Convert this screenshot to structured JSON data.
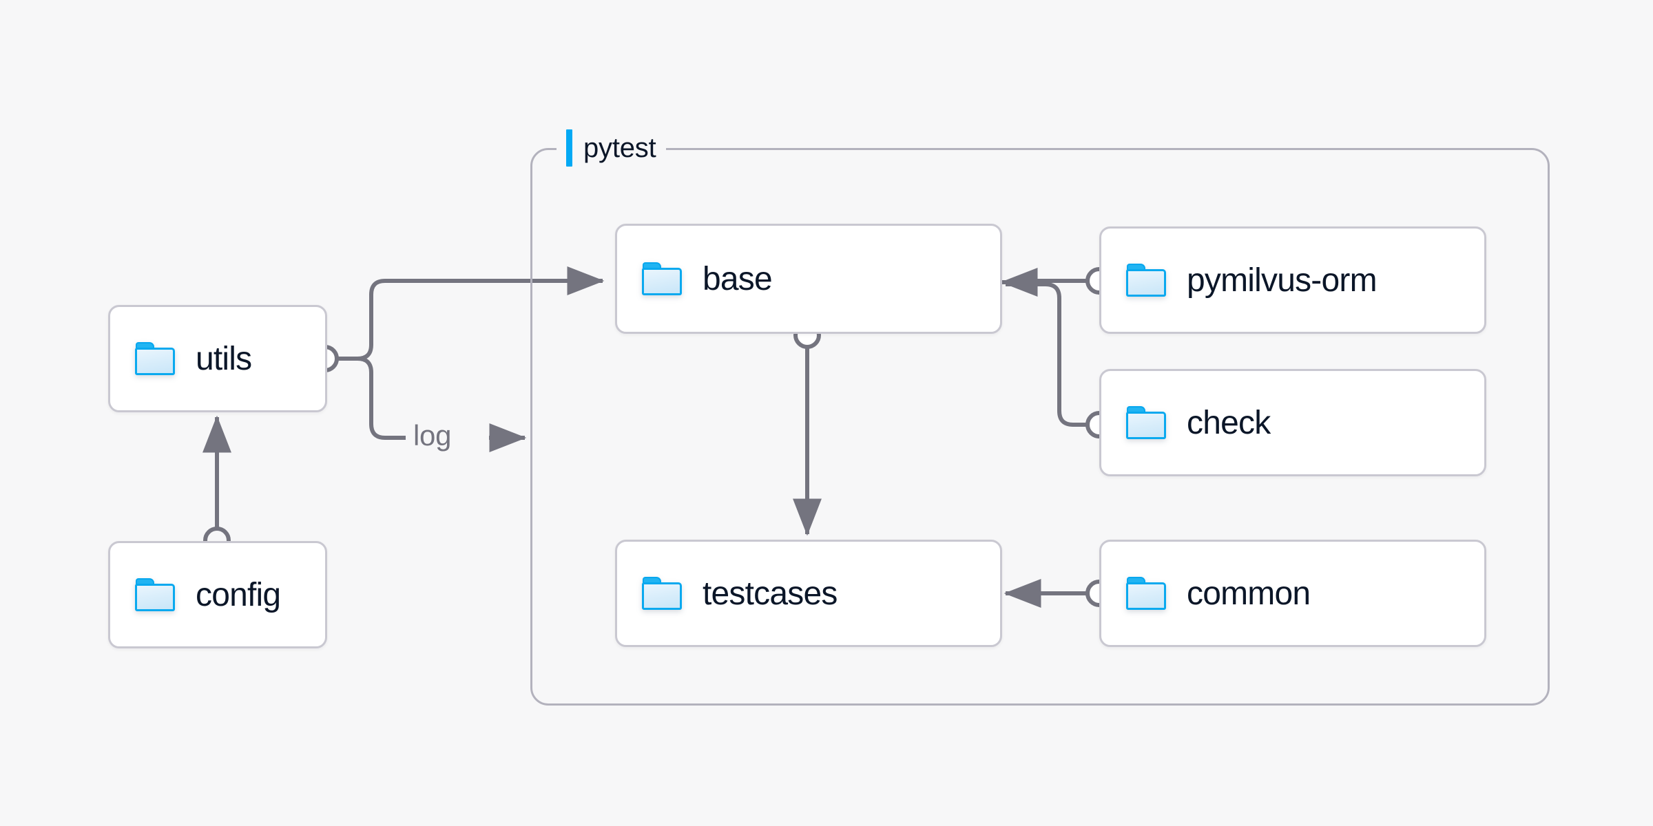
{
  "diagram": {
    "title_present": false,
    "background_color": "#f7f7f8",
    "accent_color": "#03a9f4",
    "node_border_color": "#c9c8d1",
    "edge_color": "#74747f",
    "text_color": "#0b1628",
    "group_border_color": "#b3b2bd"
  },
  "group": {
    "label": "pytest",
    "icon": "accent-bar"
  },
  "nodes": [
    {
      "id": "utils",
      "label": "utils",
      "icon": "folder-icon",
      "group": "outside"
    },
    {
      "id": "config",
      "label": "config",
      "icon": "folder-icon",
      "group": "outside"
    },
    {
      "id": "base",
      "label": "base",
      "icon": "folder-icon",
      "group": "pytest"
    },
    {
      "id": "testcases",
      "label": "testcases",
      "icon": "folder-icon",
      "group": "pytest"
    },
    {
      "id": "pymilvus-orm",
      "label": "pymilvus-orm",
      "icon": "folder-icon",
      "group": "pytest"
    },
    {
      "id": "check",
      "label": "check",
      "icon": "folder-icon",
      "group": "pytest"
    },
    {
      "id": "common",
      "label": "common",
      "icon": "folder-icon",
      "group": "pytest"
    }
  ],
  "edges": [
    {
      "from": "config",
      "to": "utils",
      "label": "",
      "arrow": true
    },
    {
      "from": "utils",
      "to": "base",
      "label": "",
      "arrow": true
    },
    {
      "from": "utils",
      "to": "pytest",
      "label": "log",
      "arrow": true
    },
    {
      "from": "base",
      "to": "testcases",
      "label": "",
      "arrow": true
    },
    {
      "from": "pymilvus-orm",
      "to": "base",
      "label": "",
      "arrow": true
    },
    {
      "from": "check",
      "to": "base",
      "label": "",
      "arrow": true
    },
    {
      "from": "common",
      "to": "testcases",
      "label": "",
      "arrow": true
    }
  ],
  "edge_labels": {
    "log": "log"
  }
}
